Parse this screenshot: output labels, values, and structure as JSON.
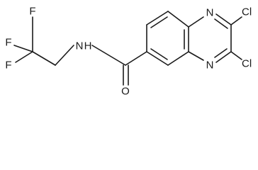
{
  "molecule": {
    "atoms": {
      "n1": "N",
      "n4": "N",
      "cl2": "Cl",
      "cl3": "Cl",
      "f_upper_left": "F",
      "f_upper_right": "F",
      "f_lower": "F",
      "amide_n": "N",
      "amide_h": "H",
      "carbonyl_o": "O"
    }
  }
}
